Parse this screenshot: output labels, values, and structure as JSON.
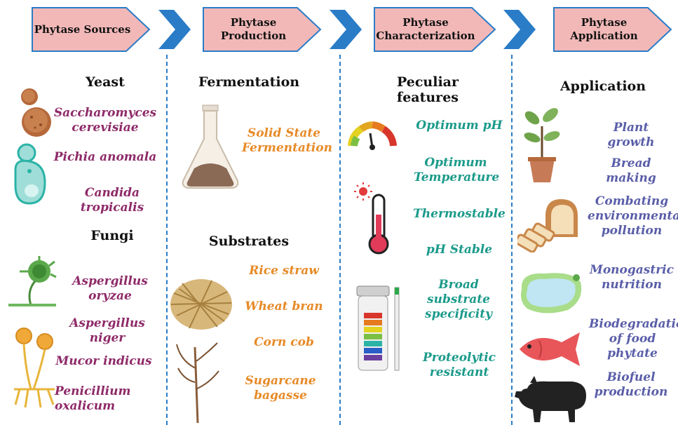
{
  "header": {
    "steps": [
      {
        "label": "Phytase Sources"
      },
      {
        "label": "Phytase Production"
      },
      {
        "label": "Phytase Characterization"
      },
      {
        "label": "Phytase Application"
      }
    ]
  },
  "sources": {
    "yeast_heading": "Yeast",
    "yeast": [
      "Saccharomyces cerevisiae",
      "Pichia anomala",
      "Candida tropicalis"
    ],
    "fungi_heading": "Fungi",
    "fungi": [
      "Aspergillus oryzae",
      "Aspergillus niger",
      "Mucor indicus",
      "Penicillium oxalicum"
    ]
  },
  "production": {
    "fermentation_heading": "Fermentation",
    "fermentation": [
      "Solid State Fermentation"
    ],
    "substrates_heading": "Substrates",
    "substrates": [
      "Rice straw",
      "Wheat bran",
      "Corn cob",
      "Sugarcane bagasse"
    ]
  },
  "characterization": {
    "heading": "Peculiar features",
    "features": [
      "Optimum pH",
      "Optimum Temperature",
      "Thermostable",
      "pH Stable",
      "Broad substrate specificity",
      "Proteolytic resistant"
    ]
  },
  "application": {
    "heading": "Application",
    "items": [
      "Plant growth",
      "Bread making",
      "Combating environmental pollution",
      "Monogastric nutrition",
      "Biodegradation of food phytate",
      "Biofuel production"
    ]
  },
  "colors": {
    "arrow_fill": "#f2b8b8",
    "arrow_stroke": "#2a7cc7",
    "chevron": "#2a7cc7",
    "sources_text": "#8e2a68",
    "production_text": "#e78a27",
    "characterization_text": "#1b9a8a",
    "application_text": "#5a5ea8"
  }
}
